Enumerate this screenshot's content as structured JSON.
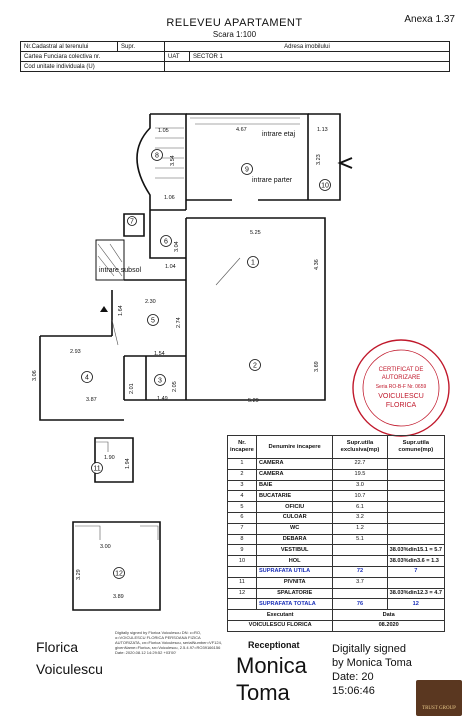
{
  "header": {
    "title": "RELEVEU APARTAMENT",
    "scale": "Scara 1:100",
    "anexa": "Anexa 1.37"
  },
  "info_table": {
    "nr_cadastral": "Nr.Cadastral al terenului",
    "supr": "Supr.",
    "adresa": "Adresa imobilului",
    "carte_funciara": "Cartea Funciara colectiva nr.",
    "uat": "UAT",
    "sector": "SECTOR 1",
    "cod_unitate": "Cod unitate individuala (U)"
  },
  "plan": {
    "labels": {
      "intrare_etaj": "intrare etaj",
      "intrare_parter": "intrare parter",
      "intrare_subsol": "intrare subsol"
    },
    "dimensions": [
      "1.05",
      "4.67",
      "1.13",
      "3.54",
      "3.23",
      "1.06",
      "5.25",
      "3.04",
      "1.04",
      "4.36",
      "2.30",
      "1.64",
      "2.74",
      "2.93",
      "1.54",
      "3.69",
      "3.06",
      "2.01",
      "2.05",
      "3.87",
      "1.49",
      "5.29",
      "1.90",
      "1.94",
      "3.00",
      "3.29",
      "3.89"
    ],
    "room_numbers": [
      "1",
      "2",
      "3",
      "4",
      "5",
      "6",
      "7",
      "8",
      "9",
      "10",
      "11",
      "12"
    ]
  },
  "rooms_table": {
    "headers": [
      "Nr. incapere",
      "Denumire incapere",
      "Supr.utila exclusiva(mp)",
      "Supr.utila comune(mp)"
    ],
    "rows": [
      {
        "nr": "1",
        "name": "CAMERA",
        "supr": "22.7",
        "comun": ""
      },
      {
        "nr": "2",
        "name": "CAMERA",
        "supr": "19.5",
        "comun": ""
      },
      {
        "nr": "3",
        "name": "BAIE",
        "supr": "3.0",
        "comun": ""
      },
      {
        "nr": "4",
        "name": "BUCATARIE",
        "supr": "10.7",
        "comun": ""
      },
      {
        "nr": "5",
        "name": "OFICIU",
        "supr": "6.1",
        "comun": ""
      },
      {
        "nr": "6",
        "name": "CULOAR",
        "supr": "3.2",
        "comun": ""
      },
      {
        "nr": "7",
        "name": "WC",
        "supr": "1.2",
        "comun": ""
      },
      {
        "nr": "8",
        "name": "DEBARA",
        "supr": "5.1",
        "comun": ""
      },
      {
        "nr": "9",
        "name": "VESTIBUL",
        "supr": "",
        "comun": "38.03%din15.1 = 5.7"
      },
      {
        "nr": "10",
        "name": "HOL",
        "supr": "",
        "comun": "38.03%din3.6 = 1.3"
      }
    ],
    "utila": {
      "label": "SUPRAFATA UTILA",
      "supr": "72",
      "comun": "7"
    },
    "rows2": [
      {
        "nr": "11",
        "name": "PIVNITA",
        "supr": "3.7",
        "comun": ""
      },
      {
        "nr": "12",
        "name": "SPALATORIE",
        "supr": "",
        "comun": "38.03%din12.3 = 4.7"
      }
    ],
    "totala": {
      "label": "SUPRAFATA TOTALA",
      "supr": "76",
      "comun": "12"
    },
    "executant_label": "Executant",
    "data_label": "Data",
    "executant": "VOICULESCU FLORICA",
    "data": "08.2020"
  },
  "signatures": {
    "left_name_1": "Florica",
    "left_name_2": "Voiculescu",
    "digital_left": "Digitally signed by Florica Voiculescu DN: c=RO, o=VOICULESCU FLORICA PERSOANA FIZICA AUTORIZATA, cn=Florica Voiculescu, serialNumber=VF124, givenName=Florica, sn=Voiculescu, 2.5.4.97=RO39166156 Date: 2020.08.12 14:29:52 +03'00'",
    "receptionat": "Receptionat",
    "monica_1": "Monica",
    "monica_2": "Toma",
    "digital_right_1": "Digitally signed",
    "digital_right_2": "by Monica Toma",
    "digital_right_3": "Date: 20",
    "digital_right_4": "15:06:46",
    "stamp_lines": [
      "CERTIFICAT DE",
      "AUTORIZARE",
      "Seria RO-B-F Nr. 0659",
      "VOICULESCU",
      "FLORICA"
    ],
    "trust": "TRUST GROUP"
  }
}
